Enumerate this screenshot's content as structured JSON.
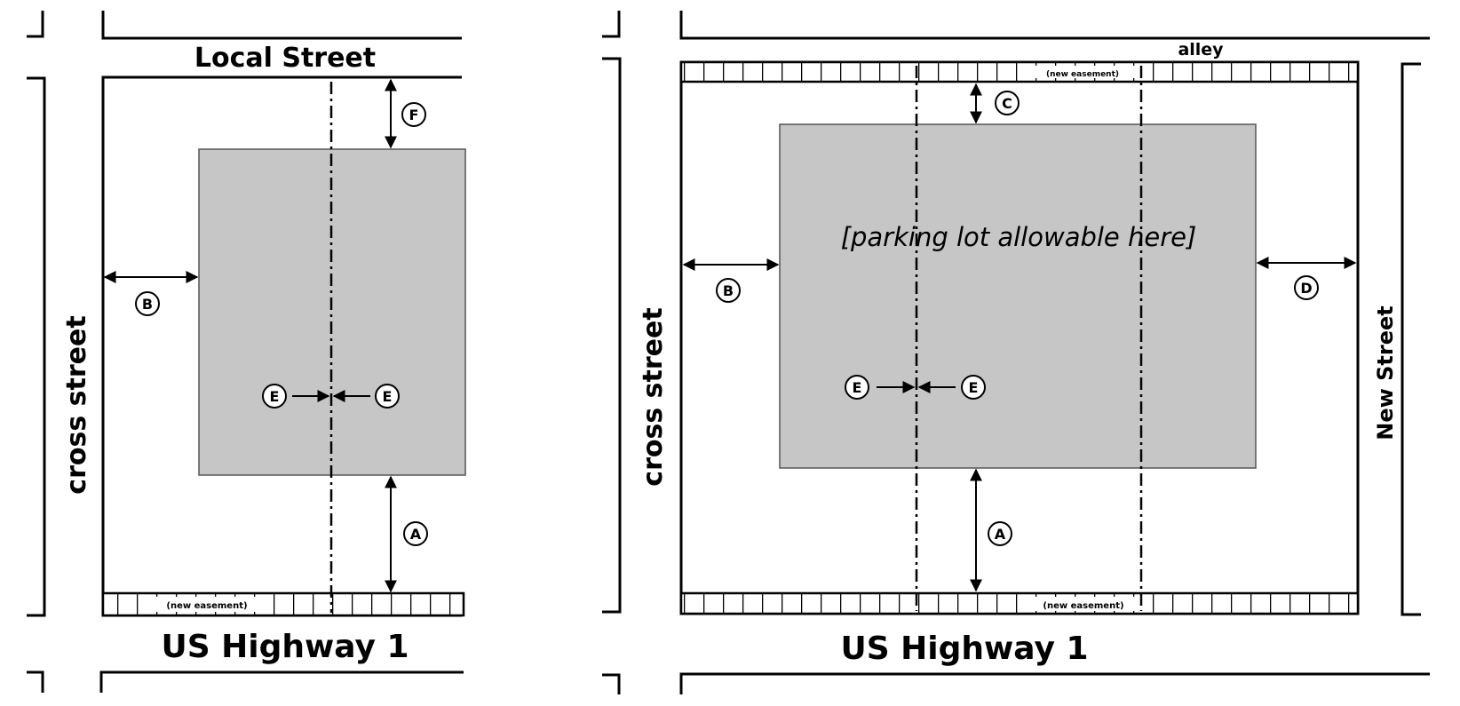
{
  "left": {
    "top_street": "Local Street",
    "side_street": "cross street",
    "bottom_street": "US Highway 1",
    "easement": "(new easement)",
    "labels": {
      "A": "A",
      "B": "B",
      "E1": "E",
      "E2": "E",
      "F": "F"
    }
  },
  "right": {
    "top_street": "alley",
    "side_street": "cross street",
    "right_street": "New Street",
    "bottom_street": "US Highway 1",
    "easement_top": "(new easement)",
    "easement_bottom": "(new easement)",
    "building_note": "[parking lot allowable here]",
    "labels": {
      "A": "A",
      "B": "B",
      "C": "C",
      "D": "D",
      "E1": "E",
      "E2": "E"
    }
  },
  "colors": {
    "building": "#c6c6c6",
    "line": "#000000",
    "background": "#ffffff"
  }
}
